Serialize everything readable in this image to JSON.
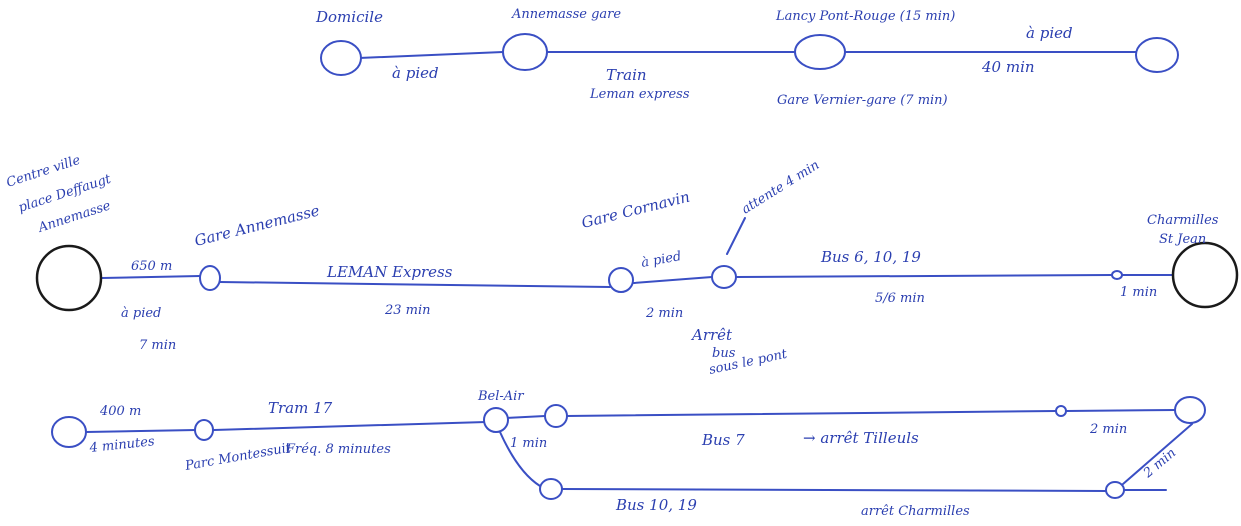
{
  "route1": {
    "stations": {
      "start": "Domicile",
      "annemasse": "Annemasse gare",
      "lancy": "Lancy Pont-Rouge (15 min)"
    },
    "segments": {
      "walk1": "à pied",
      "train": "Train",
      "train_sub": "Leman express",
      "lancy_bottom": "Gare Vernier-gare (7 min)",
      "walk2": "à pied",
      "walk2_time": "40 min"
    }
  },
  "route2": {
    "start_label_1": "Centre ville",
    "start_label_2": "place Deffaugt",
    "start_label_3": "Annemasse",
    "gare_annemasse": "Gare Annemasse",
    "walk_dist": "650 m",
    "walk_mode": "à pied",
    "walk_time": "7 min",
    "leman": "LEMAN Express",
    "leman_time": "23 min",
    "cornavin": "Gare Cornavin",
    "cornavin_walk": "à pied",
    "cornavin_walk_time": "2 min",
    "wait": "attente 4 min",
    "stop_label_1": "Arrêt",
    "stop_label_2": "bus",
    "stop_label_3": "sous le pont",
    "bus": "Bus 6, 10, 19",
    "bus_time": "5/6 min",
    "end_label_1": "Charmilles",
    "end_label_2": "St Jean",
    "end_walk": "1 min"
  },
  "route3": {
    "walk_dist": "400 m",
    "walk_time": "4 minutes",
    "parc": "Parc Montessuit",
    "tram": "Tram 17",
    "tram_freq": "Fréq. 8 minutes",
    "hub": "Bel-Air",
    "hub_walk": "1 min",
    "bus7": "Bus 7",
    "bus7_stop": "→ arrêt Tilleuls",
    "end_walk": "2 min",
    "bus10": "Bus 10, 19",
    "bus10_stop": "arrêt Charmilles",
    "join_walk": "2 min"
  }
}
